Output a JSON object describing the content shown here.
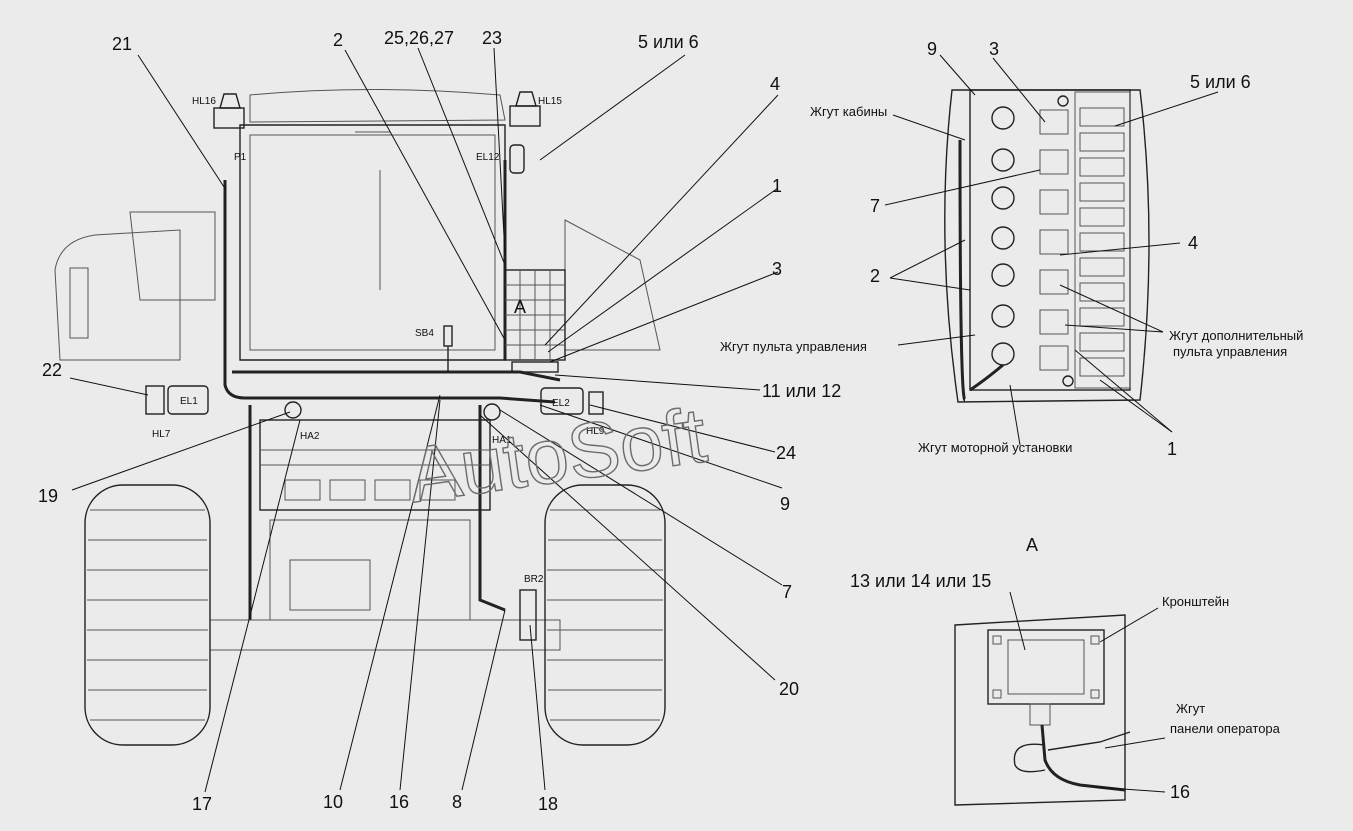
{
  "watermark": "AutoSoft",
  "view_a_title": "A",
  "callouts": {
    "c21": "21",
    "c2": "2",
    "c25": "25,26,27",
    "c23": "23",
    "c5or6": "5 или 6",
    "c4": "4",
    "c1": "1",
    "c3": "3",
    "c11or12": "11 или 12",
    "c24": "24",
    "c9": "9",
    "c7": "7",
    "c20": "20",
    "c18": "18",
    "c8": "8",
    "c16": "16",
    "c10": "10",
    "c17": "17",
    "c19": "19",
    "c22": "22"
  },
  "component_labels": {
    "hl16": "HL16",
    "hl15": "HL15",
    "p1": "P1",
    "el12": "EL12",
    "sb4": "SB4",
    "el1": "EL1",
    "el2": "EL2",
    "hl7": "HL7",
    "hl9": "HL9",
    "ha2": "HA2",
    "ha1": "HA1",
    "br2": "BR2",
    "a_mark": "A"
  },
  "detail_top": {
    "c9": "9",
    "c3": "3",
    "c5or6": "5 или 6",
    "c7": "7",
    "c2": "2",
    "c4": "4",
    "c1": "1",
    "cab_harness": "Жгут кабины",
    "control_panel_harness": "Жгут пульта управления",
    "aux_panel_harness_line1": "Жгут дополнительный",
    "aux_panel_harness_line2": "пульта управления",
    "engine_harness": "Жгут моторной установки"
  },
  "detail_a": {
    "c13": "13 или 14 или 15",
    "bracket": "Кронштейн",
    "operator_harness_line1": "Жгут",
    "operator_harness_line2": "панели оператора",
    "c16": "16"
  }
}
